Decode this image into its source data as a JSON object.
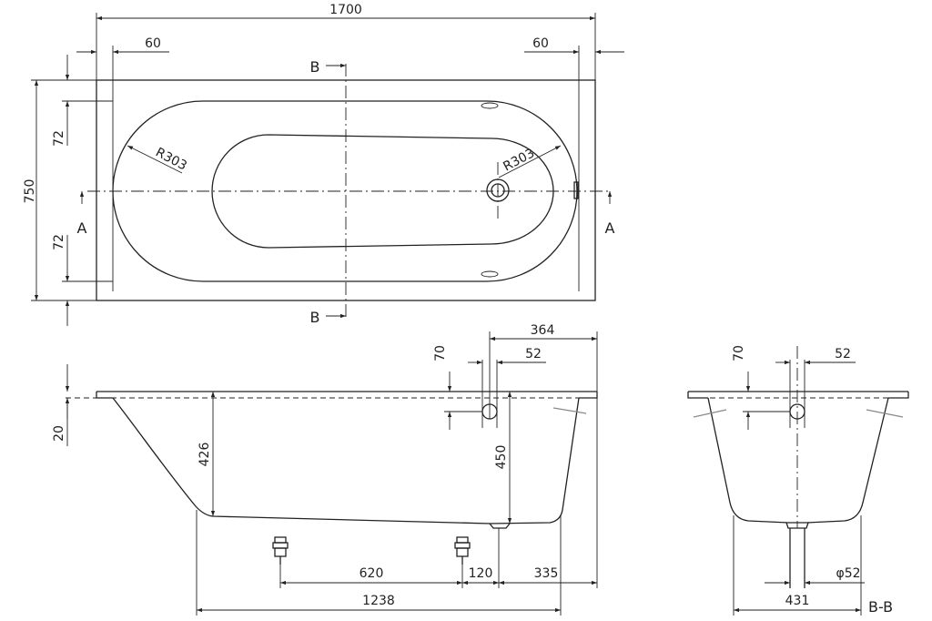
{
  "plan_view": {
    "dim_length": "1700",
    "dim_rim_left": "60",
    "dim_rim_right": "60",
    "dim_width": "750",
    "dim_rim_top": "72",
    "dim_rim_bottom": "72",
    "radius_left": "R303",
    "radius_right": "R303",
    "section_a_left": "A",
    "section_a_right": "A",
    "section_b_top": "B",
    "section_b_bottom": "B"
  },
  "side_view": {
    "dim_drain_offset": "364",
    "dim_overflow_height": "70",
    "dim_overflow_diameter": "52",
    "dim_rim_thickness": "20",
    "dim_depth_left": "426",
    "dim_depth_right": "450",
    "dim_feet_spacing": "620",
    "dim_feet_offset": "120",
    "dim_foot_to_end": "335",
    "dim_base_length": "1238"
  },
  "section_view": {
    "dim_overflow_height": "70",
    "dim_overflow_diameter": "52",
    "dim_drain_diameter": "φ52",
    "dim_base_width": "431",
    "title": "B-B"
  },
  "colors": {
    "line": "#222222",
    "grey": "#888888",
    "background": "#ffffff"
  }
}
